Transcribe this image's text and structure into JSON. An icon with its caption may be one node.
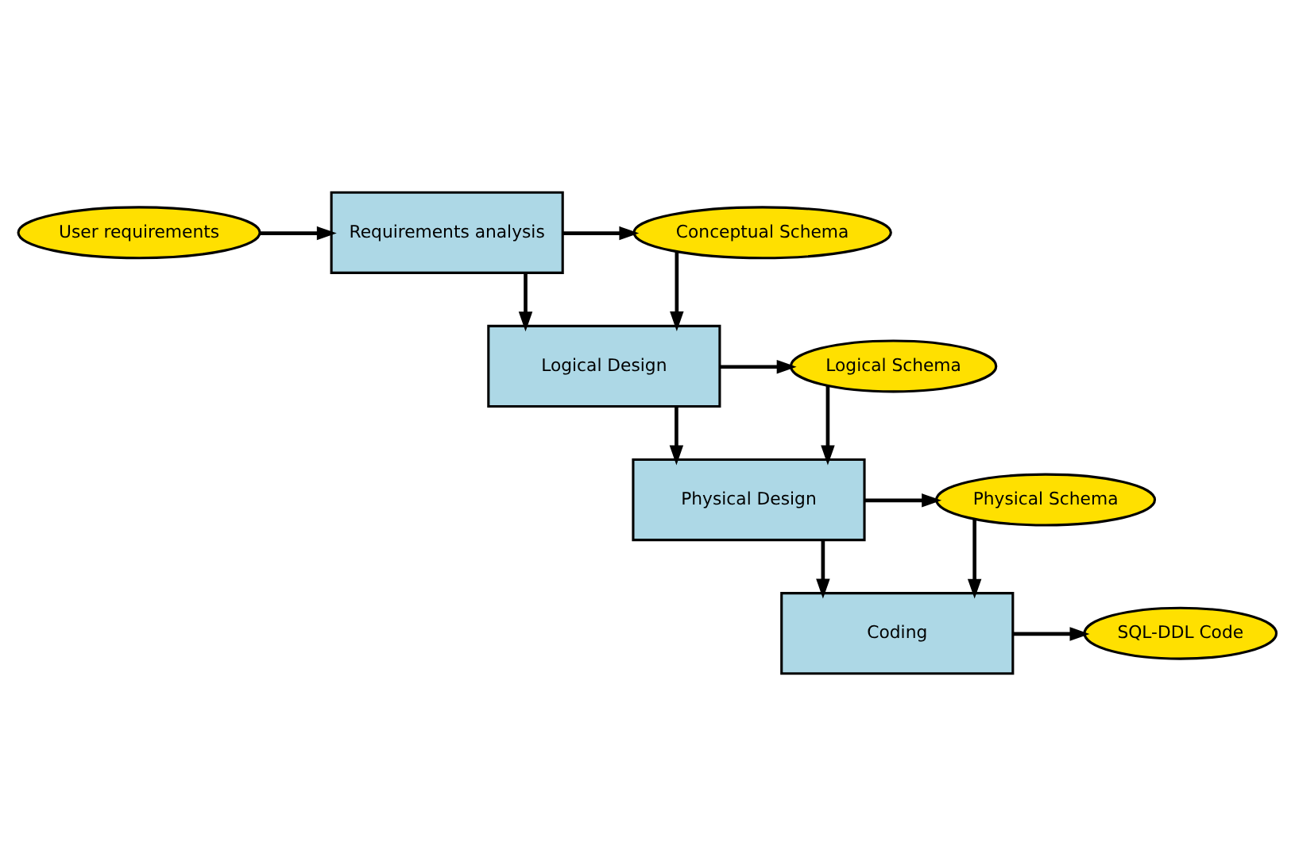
{
  "diagram": {
    "nodes": [
      {
        "text": [
          "User requirements"
        ]
      },
      {
        "text": [
          "Requirements analysis"
        ]
      },
      {
        "text": [
          "Conceptual Schema"
        ]
      },
      {
        "text": [
          "Logical Design"
        ]
      },
      {
        "text": [
          "Logical Schema"
        ]
      },
      {
        "text": [
          "Physical Design"
        ]
      },
      {
        "text": [
          "Physical Schema"
        ]
      },
      {
        "text": [
          "Coding"
        ]
      },
      {
        "text": [
          "SQL-DDL Code"
        ]
      }
    ],
    "edges": [
      {
        "from": 0,
        "to": 1,
        "arrow": "to"
      },
      {
        "from": 1,
        "to": 2,
        "arrow": "to"
      },
      {
        "from": 1,
        "to": 3,
        "arrow": "to"
      },
      {
        "from": 2,
        "to": 3,
        "arrow": "to"
      },
      {
        "from": 3,
        "to": 4,
        "arrow": "to"
      },
      {
        "from": 3,
        "to": 5,
        "arrow": "to"
      },
      {
        "from": 4,
        "to": 5,
        "arrow": "to"
      },
      {
        "from": 5,
        "to": 6,
        "arrow": "to"
      },
      {
        "from": 5,
        "to": 7,
        "arrow": "to"
      },
      {
        "from": 6,
        "to": 7,
        "arrow": "to"
      },
      {
        "from": 7,
        "to": 8,
        "arrow": "to"
      }
    ]
  }
}
